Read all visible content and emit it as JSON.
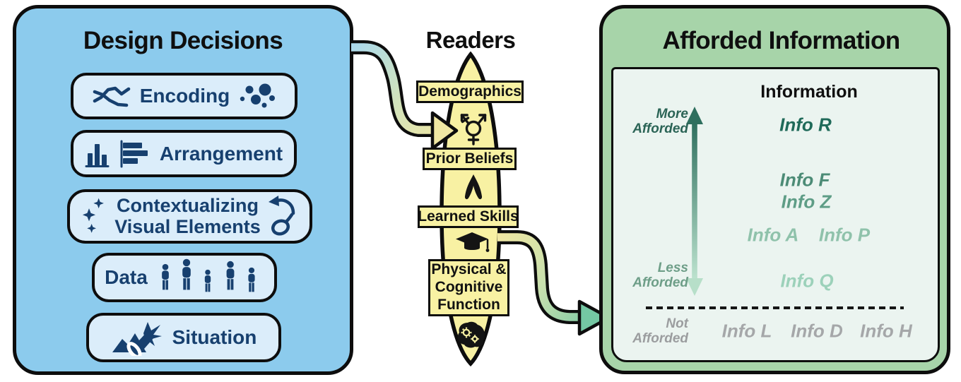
{
  "design_panel": {
    "title": "Design Decisions",
    "encoding_label": "Encoding",
    "arrangement_label": "Arrangement",
    "contextualizing_line1": "Contextualizing",
    "contextualizing_line2": "Visual Elements",
    "data_label": "Data",
    "situation_label": "Situation"
  },
  "readers_panel": {
    "title": "Readers",
    "demographics_label": "Demographics",
    "prior_beliefs_label": "Prior Beliefs",
    "learned_skills_label": "Learned Skills",
    "physical_cognitive_line1": "Physical &",
    "physical_cognitive_line2": "Cognitive",
    "physical_cognitive_line3": "Function"
  },
  "afforded_panel": {
    "title": "Afforded Information",
    "inner_title": "Information",
    "axis": {
      "more_line1": "More",
      "more_line2": "Afforded",
      "less_line1": "Less",
      "less_line2": "Afforded",
      "not_line1": "Not",
      "not_line2": "Afforded",
      "more_color": "#2B6456",
      "less_color": "#6E9E88",
      "not_color": "#9B9D9F"
    },
    "info_items": [
      {
        "label": "Info R",
        "affordance": "highest",
        "color": "#1F6A59"
      },
      {
        "label": "Info F",
        "affordance": "high",
        "color": "#4C8B76"
      },
      {
        "label": "Info Z",
        "affordance": "high",
        "color": "#5E9D86"
      },
      {
        "label": "Info A",
        "affordance": "medium",
        "color": "#8FC2AB"
      },
      {
        "label": "Info P",
        "affordance": "medium",
        "color": "#8FC2AB"
      },
      {
        "label": "Info Q",
        "affordance": "low",
        "color": "#9CD1BA"
      },
      {
        "label": "Info L",
        "affordance": "not_afforded",
        "color": "#A5A7A9"
      },
      {
        "label": "Info D",
        "affordance": "not_afforded",
        "color": "#A5A7A9"
      },
      {
        "label": "Info H",
        "affordance": "not_afforded",
        "color": "#A5A7A9"
      }
    ]
  },
  "icons": {
    "design": [
      "line-chart-icon",
      "scatter-dots-icon",
      "vertical-bars-icon",
      "horizontal-bars-icon",
      "sparkle-stars-icon",
      "annotation-lasso-icon",
      "people-figures-icon",
      "megaphone-mountains-icon"
    ],
    "readers": [
      "transgender-symbol-icon",
      "praying-hands-icon",
      "graduation-cap-icon",
      "brain-gears-icon"
    ],
    "connectors": [
      "design-to-readers-arrow",
      "readers-to-information-arrow",
      "affordance-axis-arrow"
    ]
  },
  "colors": {
    "design_panel_bg": "#8CCBED",
    "design_box_bg": "#DBEDFA",
    "design_accent": "#17406F",
    "readers_bg": "#F8F1A3",
    "afforded_panel_bg": "#A7D4A9",
    "afforded_inner_bg": "#EBF4F0",
    "axis_gradient_top": "#2E6F5E",
    "axis_gradient_bottom": "#BCE2CE"
  }
}
